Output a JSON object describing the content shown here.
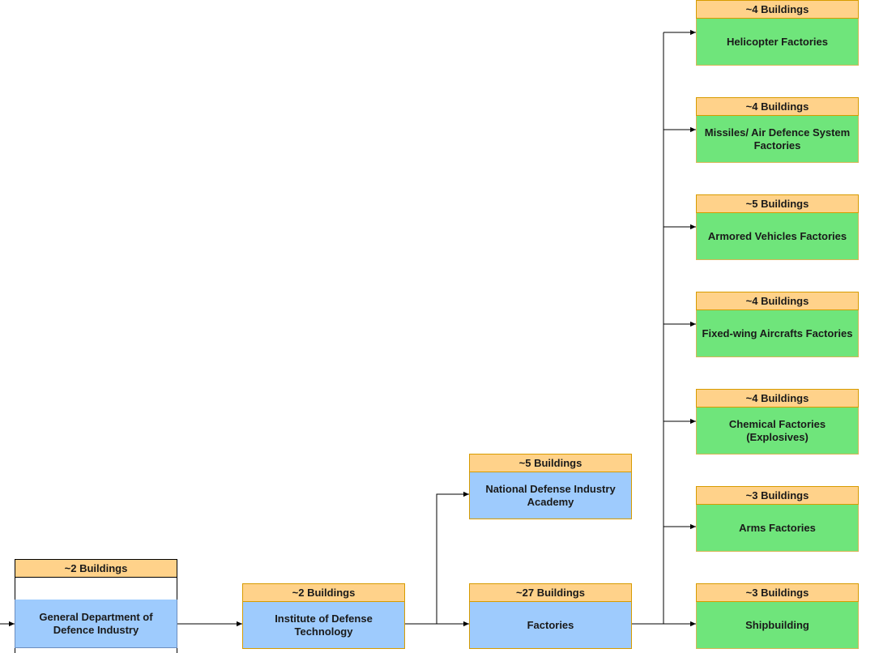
{
  "nodes": {
    "gdi": {
      "buildings": "~2 Buildings",
      "label": "General Department of Defence Industry"
    },
    "idt": {
      "buildings": "~2 Buildings",
      "label": "Institute of Defense Technology"
    },
    "ndia": {
      "buildings": "~5 Buildings",
      "label": "National Defense Industry Academy"
    },
    "factories": {
      "buildings": "~27 Buildings",
      "label": "Factories"
    },
    "helicopter": {
      "buildings": "~4 Buildings",
      "label": "Helicopter Factories"
    },
    "missiles": {
      "buildings": "~4 Buildings",
      "label": "Missiles/ Air Defence System Factories"
    },
    "armored": {
      "buildings": "~5 Buildings",
      "label": "Armored Vehicles Factories"
    },
    "fixedwing": {
      "buildings": "~4 Buildings",
      "label": "Fixed-wing Aircrafts Factories"
    },
    "chemical": {
      "buildings": "~4 Buildings",
      "label": "Chemical Factories (Explosives)"
    },
    "arms": {
      "buildings": "~3 Buildings",
      "label": "Arms Factories"
    },
    "shipbuilding": {
      "buildings": "~3 Buildings",
      "label": "Shipbuilding"
    }
  },
  "colors": {
    "header_fill": "#ffd28a",
    "header_stroke": "#d79b00",
    "blue_fill": "#9ecbfd",
    "green_fill": "#6fe57b",
    "connector": "#000000"
  }
}
